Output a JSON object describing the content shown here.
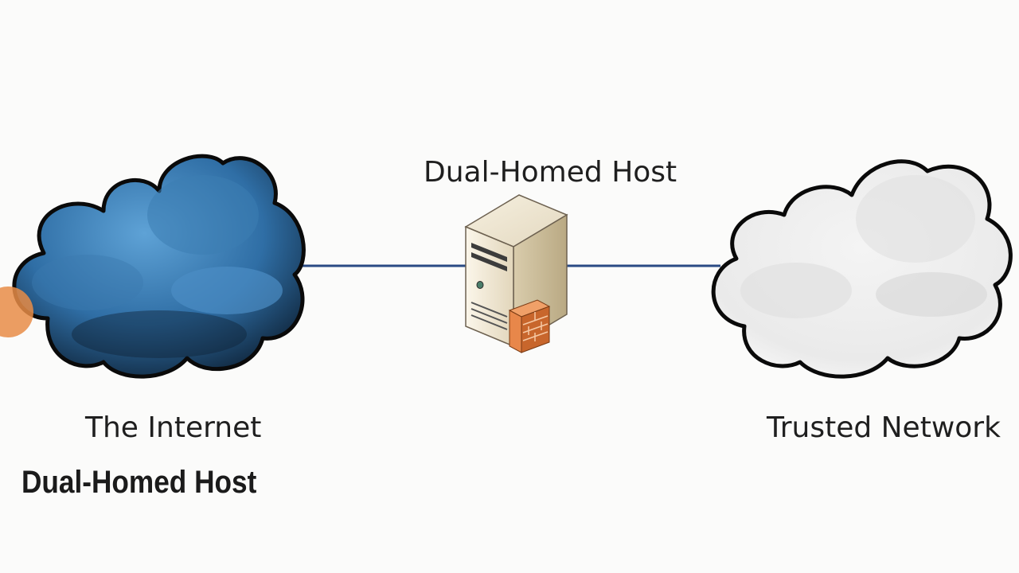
{
  "diagram": {
    "host_label": "Dual-Homed Host",
    "left_cloud_label": "The Internet",
    "right_cloud_label": "Trusted Network",
    "caption": "Dual-Homed Host"
  },
  "colors": {
    "link_line": "#2a4b84",
    "internet_cloud": "#3f7fb8",
    "trusted_cloud": "#f0f0f0",
    "server_body": "#e6dcc4",
    "firewall_brick": "#e07c3e"
  },
  "icons": [
    "internet-cloud-icon",
    "server-icon",
    "firewall-icon",
    "trusted-cloud-icon"
  ]
}
